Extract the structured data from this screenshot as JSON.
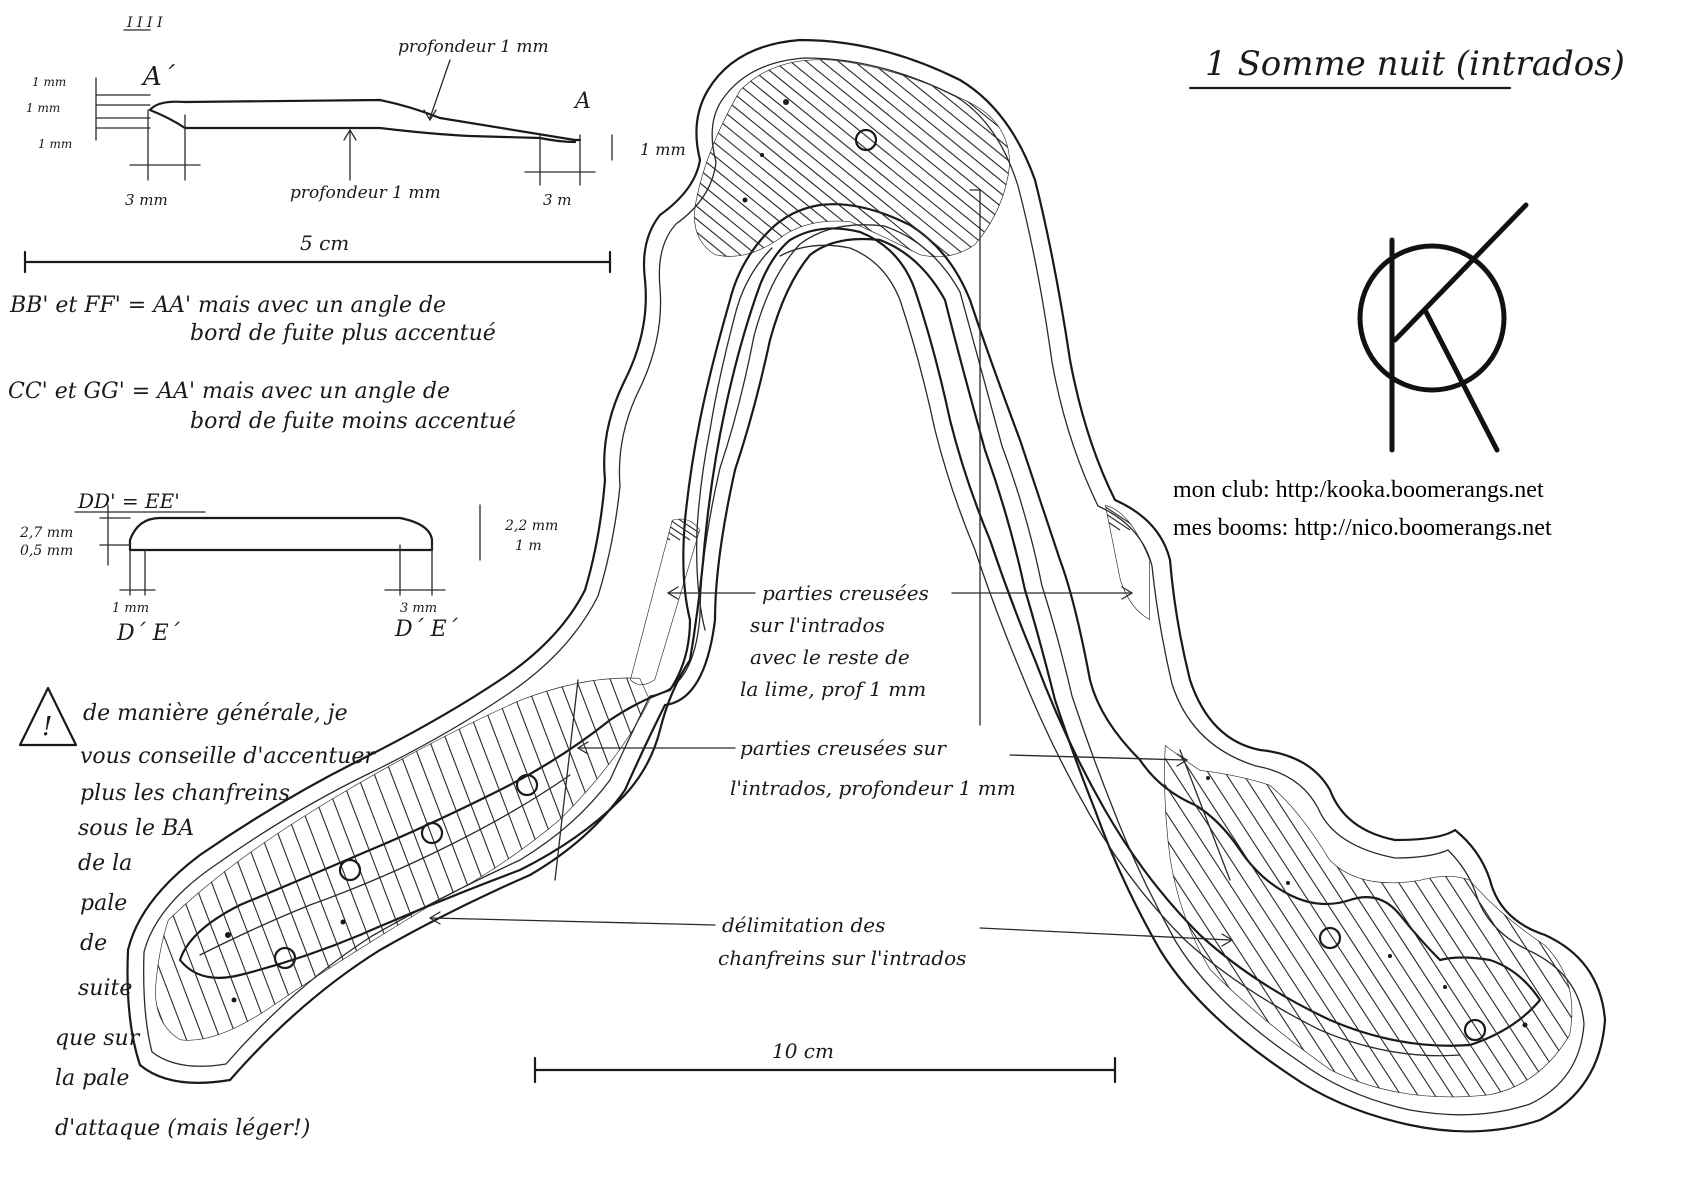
{
  "title": "1 Somme nuit (intrados)",
  "club": {
    "club_line": "mon club: http:/kooka.boomerangs.net",
    "booms_line": "mes booms: http://nico.boomerangs.net"
  },
  "profile_aa": {
    "marker": "I I I I",
    "label_a_prime": "A´",
    "label_a": "A",
    "dim_1mm_top": "1 mm",
    "dim_1mm_mid": "1 mm",
    "dim_1mm_low": "1 mm",
    "depth_top": "profondeur 1 mm",
    "depth_bottom": "profondeur 1 mm",
    "dim_right_1mm": "1 mm",
    "dim_3mm_left": "3 mm",
    "dim_3mm_right": "3 m",
    "scale_5cm": "5 cm"
  },
  "notes": {
    "bb_line1": "BB' et FF' = AA' mais avec un angle de",
    "bb_line2": "bord de fuite plus accentué",
    "cc_line1": "CC' et GG' = AA' mais avec un angle de",
    "cc_line2": "bord de fuite moins accentué"
  },
  "profile_dd": {
    "title": "DD' = EE'",
    "left_top": "2,7 mm",
    "left_bottom": "0,5 mm",
    "right_top": "2,2 mm",
    "right_bottom": "1 m",
    "dim_1mm": "1 mm",
    "dim_3mm": "3 mm",
    "label_left": "D´ E´",
    "label_right": "D´ E´"
  },
  "warning": {
    "icon_text": "!",
    "lines": [
      "de manière générale, je",
      "vous conseille d'accentuer",
      "plus les chanfreins",
      "sous le BA",
      "de la",
      "pale",
      "de",
      "suite",
      "que sur",
      "la pale",
      "d'attaque (mais léger!)"
    ]
  },
  "annotations": {
    "recessed1": [
      "parties creusées",
      "sur l'intrados",
      "avec le reste de",
      "la lime, prof 1 mm"
    ],
    "recessed2": [
      "parties creusées sur",
      "l'intrados, profondeur 1 mm"
    ],
    "chamfer": [
      "délimitation des",
      "chanfreins sur l'intrados"
    ],
    "scale_10cm": "10 cm"
  },
  "logo_name": "kooka-club-logo-icon"
}
